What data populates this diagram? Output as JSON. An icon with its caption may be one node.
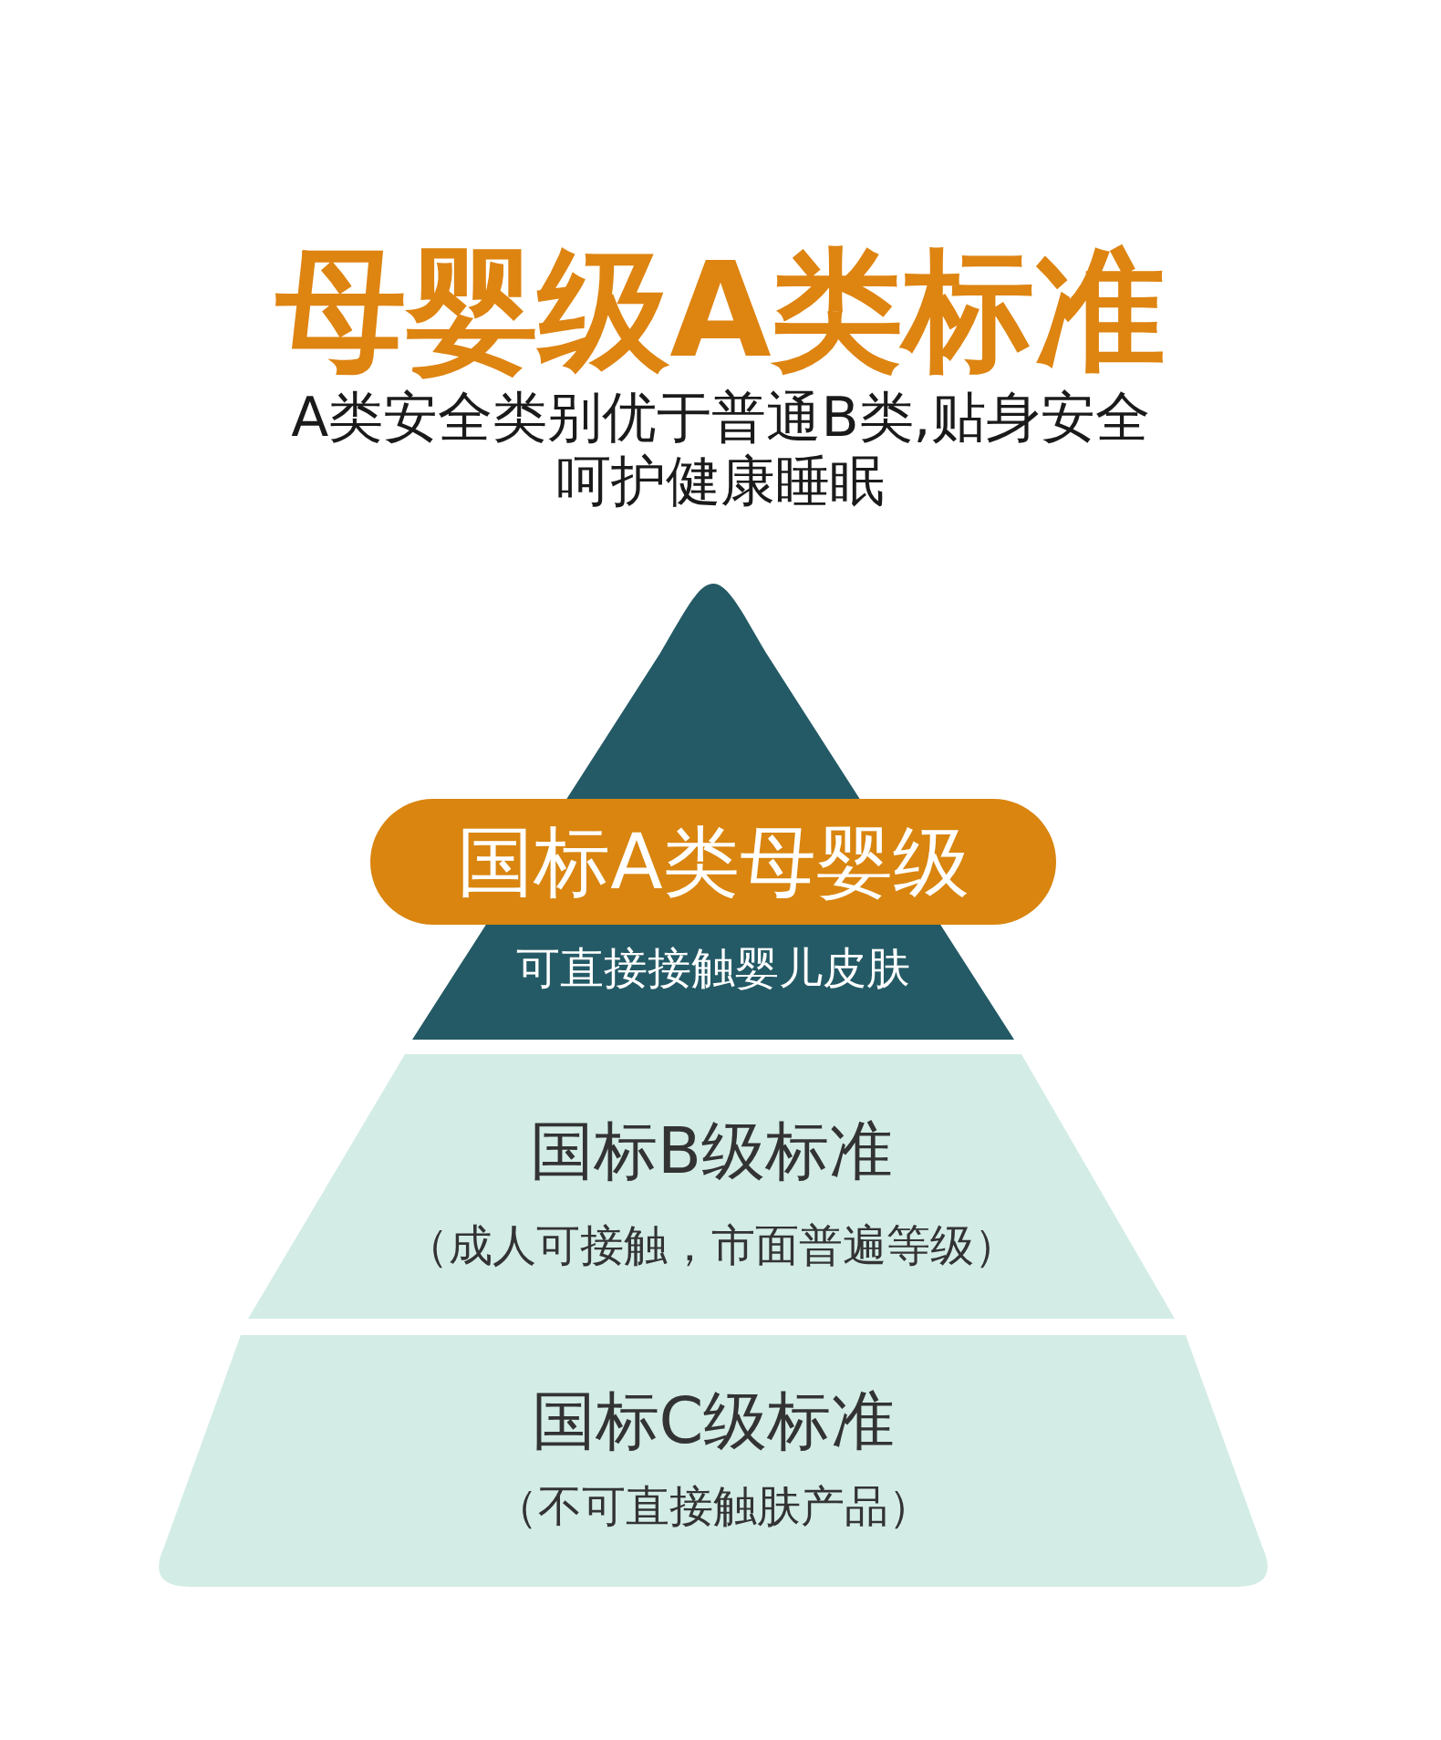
{
  "diagram": {
    "title": "母婴级A类标准",
    "nodes": [
      {
        "text": [
          "国标A类母婴级"
        ]
      },
      {
        "text": [
          "可直接接触婴儿皮肤"
        ]
      },
      {
        "text": [
          "国标B级标准",
          "（成人可接触，市面普遍等级）"
        ]
      },
      {
        "text": [
          "国标C级标准",
          "（不可直接触肤产品）"
        ]
      }
    ],
    "labels": [
      "A类安全类别优于普通B类,贴身安全呵护健康睡眠"
    ]
  }
}
